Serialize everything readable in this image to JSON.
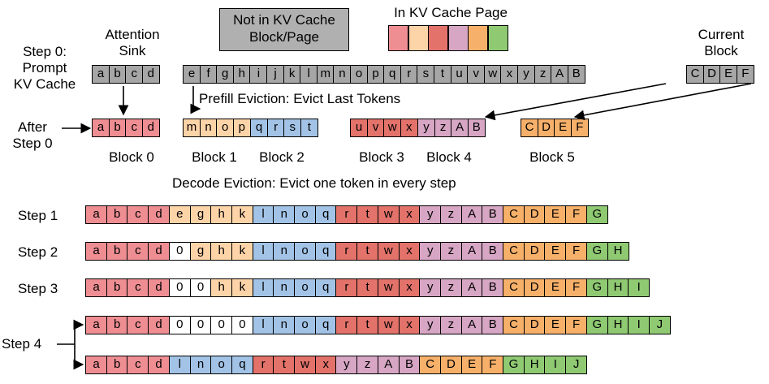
{
  "colors": {
    "gray": "#b0b0b0",
    "white": "#ffffff",
    "pages": [
      "#ee8e93",
      "#fcd4a8",
      "#e2726a",
      "#d7a6c4",
      "#f6b06a",
      "#8fca73"
    ],
    "blue": "#a2c3e6",
    "gray_dark": "#a6a6a6"
  },
  "labels": {
    "not_in_cache_line1": "Not in KV Cache",
    "not_in_cache_line2": "Block/Page",
    "in_cache_page": "In KV Cache Page",
    "attention_sink_line1": "Attention",
    "attention_sink_line2": "Sink",
    "current_block_line1": "Current",
    "current_block_line2": "Block",
    "step0_line1": "Step 0:",
    "step0_line2": "Prompt",
    "step0_line3": "KV Cache",
    "after_line1": "After",
    "after_line2": "Step 0",
    "prefill_eviction": "Prefill Eviction: Evict Last Tokens",
    "decode_eviction": "Decode Eviction: Evict one token in every step",
    "step1": "Step 1",
    "step2": "Step 2",
    "step3": "Step 3",
    "step4": "Step 4"
  },
  "blocks": [
    "Block 0",
    "Block 1",
    "Block 2",
    "Block 3",
    "Block 4",
    "Block 5"
  ],
  "prompt_groups": [
    [
      "a",
      "b",
      "c",
      "d"
    ],
    [
      "e",
      "f",
      "g",
      "h",
      "i",
      "j",
      "k",
      "l",
      "m",
      "n",
      "o",
      "p",
      "q",
      "r",
      "s",
      "t",
      "u",
      "v",
      "w",
      "x",
      "y",
      "z",
      "A",
      "B"
    ],
    [
      "C",
      "D",
      "E",
      "F"
    ]
  ],
  "after_groups": [
    {
      "tokens": [
        "a",
        "b",
        "c",
        "d"
      ],
      "color": 0
    },
    {
      "tokens": [
        "m",
        "n",
        "o",
        "p"
      ],
      "color": 1
    },
    {
      "tokens": [
        "q",
        "r",
        "s",
        "t"
      ],
      "color": 6
    },
    {
      "tokens": [
        "u",
        "v",
        "w",
        "x"
      ],
      "color": 2
    },
    {
      "tokens": [
        "y",
        "z",
        "A",
        "B"
      ],
      "color": 3
    },
    {
      "tokens": [
        "C",
        "D",
        "E",
        "F"
      ],
      "color": 4
    }
  ],
  "decode_rows": [
    {
      "label": "step1",
      "tokens": "a b c d e g h k l n o q r t w x y z A B C D E F G",
      "colors": "0 0 0 0 1 1 1 1 6 6 6 6 2 2 2 2 3 3 3 3 4 4 4 4 5"
    },
    {
      "label": "step2",
      "tokens": "a b c d 0 g h k l n o q r t w x y z A B C D E F G H",
      "colors": "0 0 0 0 7 1 1 1 6 6 6 6 2 2 2 2 3 3 3 3 4 4 4 4 5 5"
    },
    {
      "label": "step3",
      "tokens": "a b c d 0 0 h k l n o q r t w x y z A B C D E F G H I",
      "colors": "0 0 0 0 7 7 1 1 6 6 6 6 2 2 2 2 3 3 3 3 4 4 4 4 5 5 5"
    },
    {
      "label": "step4",
      "tokens": "a b c d 0 0 0 0 l n o q r t w x y z A B C D E F G H I J",
      "colors": "0 0 0 0 7 7 7 7 6 6 6 6 2 2 2 2 3 3 3 3 4 4 4 4 5 5 5 5"
    },
    {
      "label": "",
      "tokens": "a b c d l n o q r t w x y z A B C D E F G H I J",
      "colors": "0 0 0 0 6 6 6 6 2 2 2 2 3 3 3 3 4 4 4 4 5 5 5 5"
    }
  ]
}
